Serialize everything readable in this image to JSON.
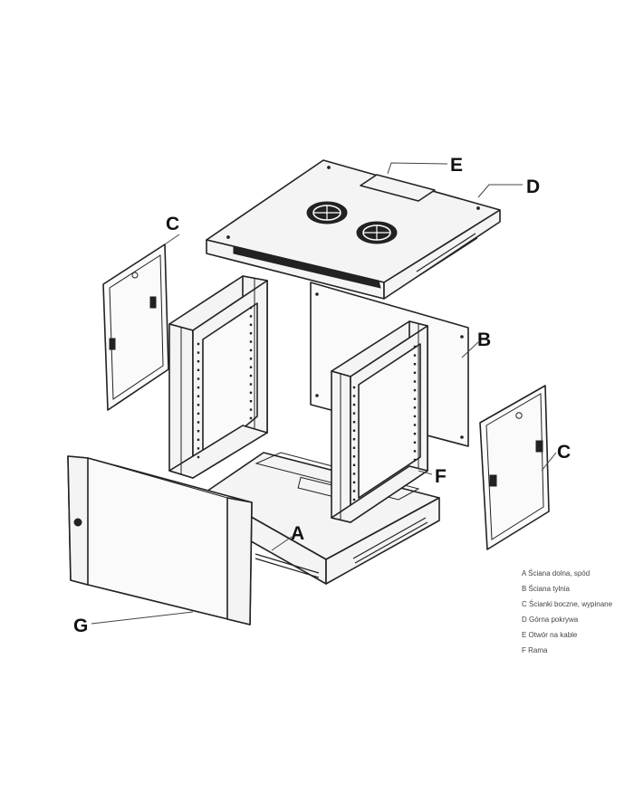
{
  "callouts": {
    "A": "A",
    "B": "B",
    "C_left": "C",
    "C_right": "C",
    "D": "D",
    "E": "E",
    "F": "F",
    "G": "G"
  },
  "legend": [
    "A Ściana dolna, spód",
    "B Ściana tylnia",
    "C Ścianki boczne, wypinane",
    "D Górna pokrywa",
    "E Otwór na kable",
    "F Rama"
  ],
  "icons": [
    "fan-icon",
    "lock-icon",
    "hinge-icon"
  ]
}
